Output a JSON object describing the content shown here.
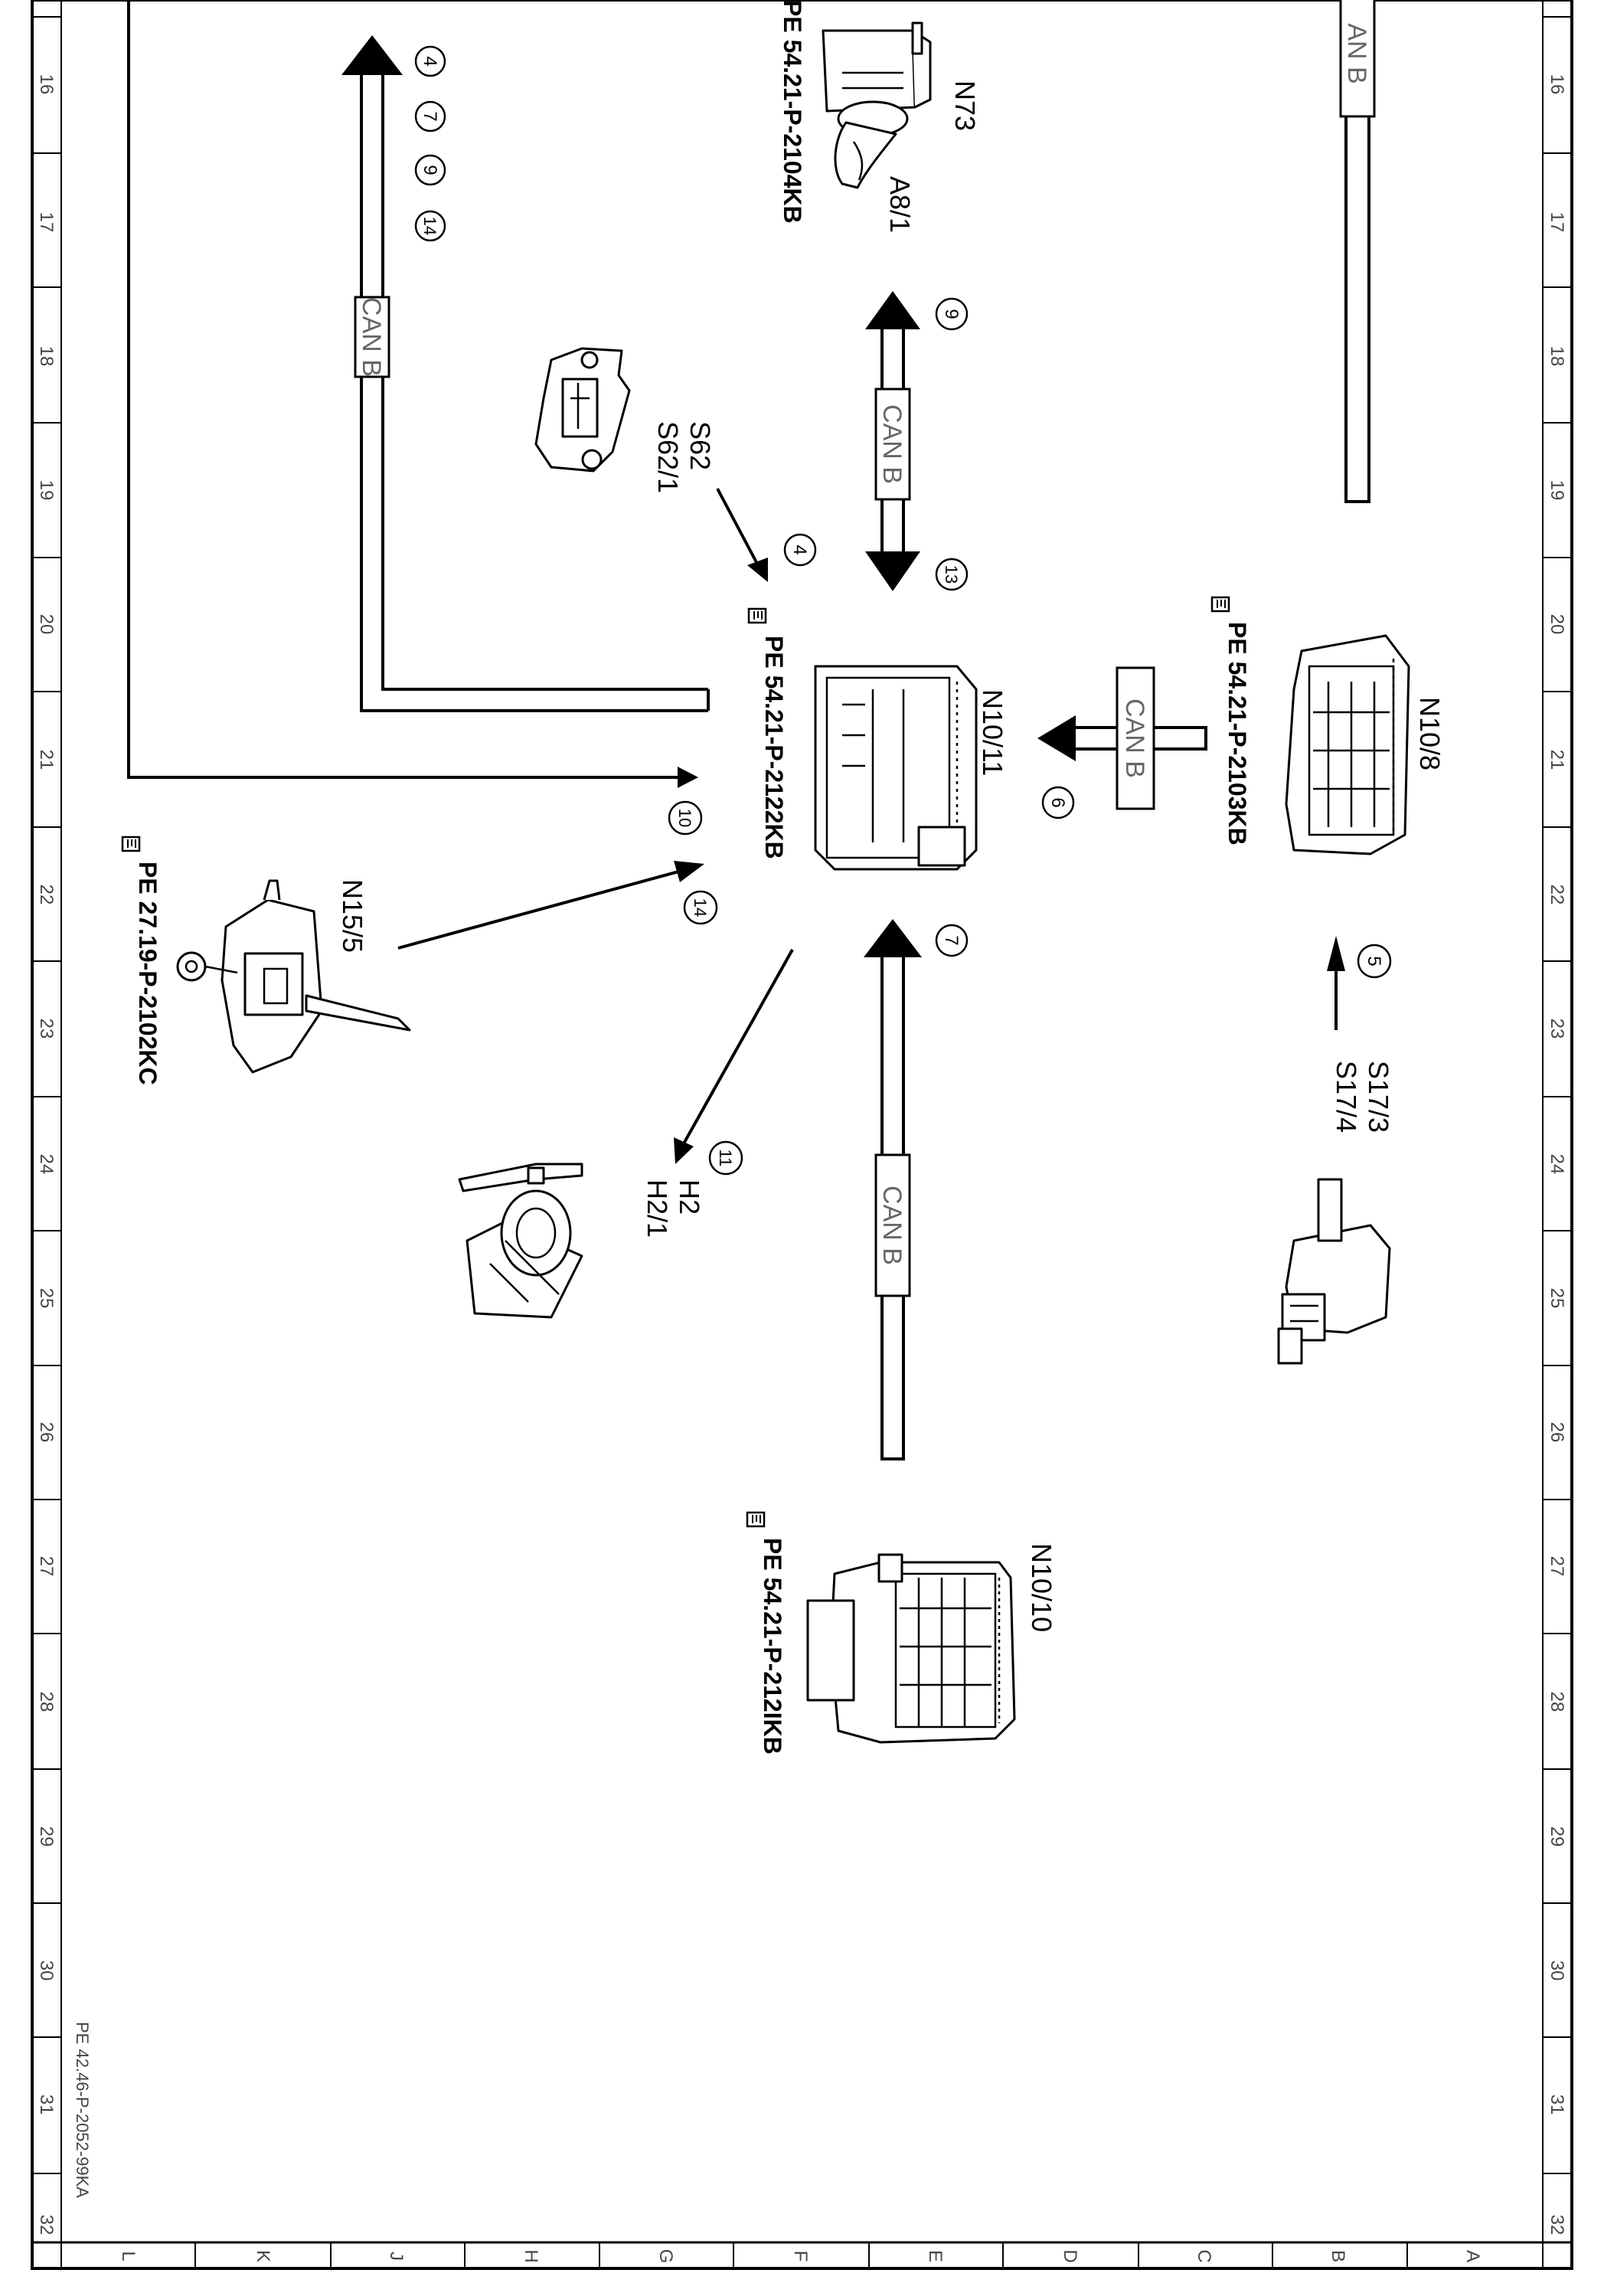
{
  "frame": {
    "row_numbers": [
      "16",
      "17",
      "18",
      "19",
      "20",
      "21",
      "22",
      "23",
      "24",
      "25",
      "26",
      "27",
      "28",
      "29",
      "30",
      "31",
      "32"
    ],
    "column_letters": [
      "L",
      "K",
      "J",
      "H",
      "G",
      "F",
      "E",
      "D",
      "C",
      "B",
      "A"
    ],
    "document_code": "PE 42.46-P-2052-99KA"
  },
  "bus_label": "CAN B",
  "bus_label_partial": "AN B",
  "components": {
    "n73": {
      "label": "N73",
      "sublabel": "A8/1",
      "ref": "PE 54.21-P-2104KB"
    },
    "s62": {
      "label": "S62",
      "sublabel": "S62/1"
    },
    "n10_11": {
      "label": "N10/11",
      "ref": "PE 54.21-P-2122KB"
    },
    "n10_8": {
      "label": "N10/8",
      "ref": "PE 54.21-P-2103KB"
    },
    "n15_5": {
      "label": "N15/5",
      "ref": "PE 27.19-P-2102KC"
    },
    "h2": {
      "label": "H2",
      "sublabel": "H2/1"
    },
    "s17": {
      "label": "S17/3",
      "sublabel": "S17/4"
    },
    "n10_10": {
      "label": "N10/10",
      "ref": "PE 54.21-P-212IKB"
    }
  },
  "circle_numbers": {
    "c4a": "4",
    "c7a": "7",
    "c9a": "9",
    "c14a": "14",
    "c9b": "9",
    "c4b": "4",
    "c13": "13",
    "c6": "6",
    "c10": "10",
    "c14b": "14",
    "c7b": "7",
    "c11": "11",
    "c5": "5"
  }
}
